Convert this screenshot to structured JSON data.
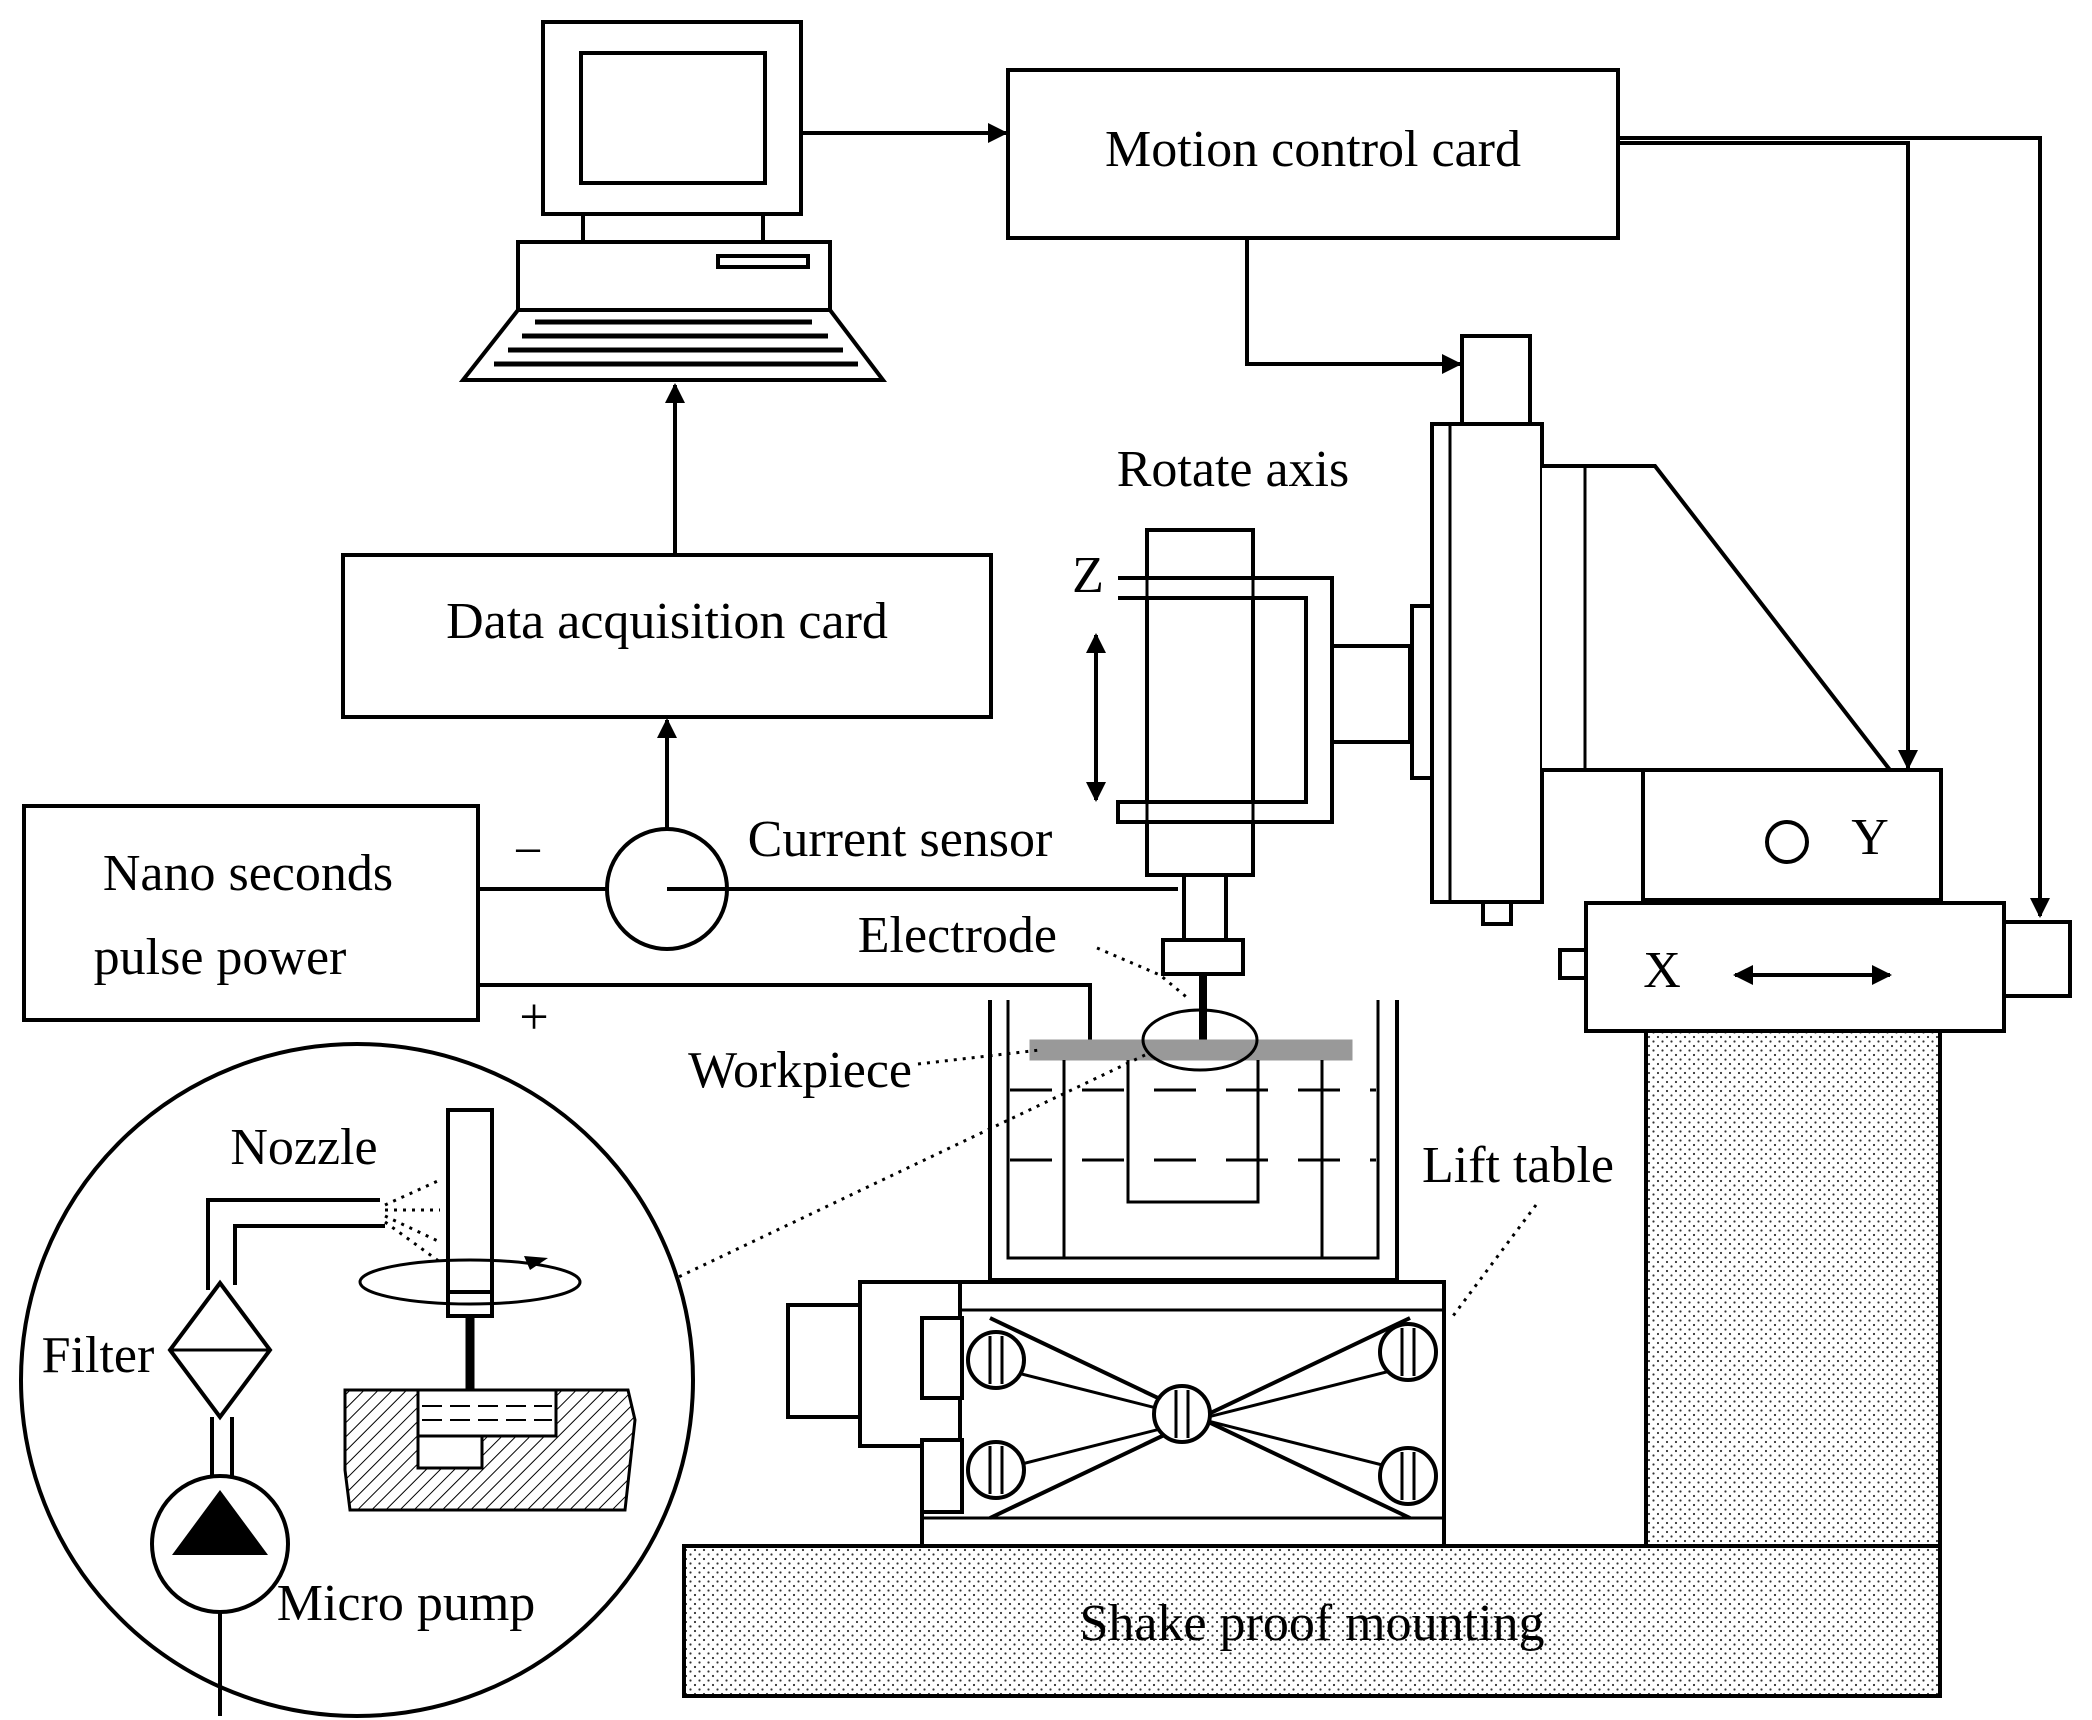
{
  "labels": {
    "motion_control_card": "Motion control card",
    "rotate_axis": "Rotate axis",
    "z_axis": "Z",
    "data_acquisition_card": "Data acquisition card",
    "current_sensor": "Current sensor",
    "nano_seconds_line1": "Nano seconds",
    "nano_seconds_line2": "pulse power",
    "minus_sign": "−",
    "plus_sign": "+",
    "electrode": "Electrode",
    "workpiece": "Workpiece",
    "y_axis": "Y",
    "x_axis": "X",
    "nozzle": "Nozzle",
    "filter": "Filter",
    "lift_table": "Lift table",
    "micro_pump": "Micro pump",
    "shake_proof_mounting": "Shake proof mounting"
  }
}
